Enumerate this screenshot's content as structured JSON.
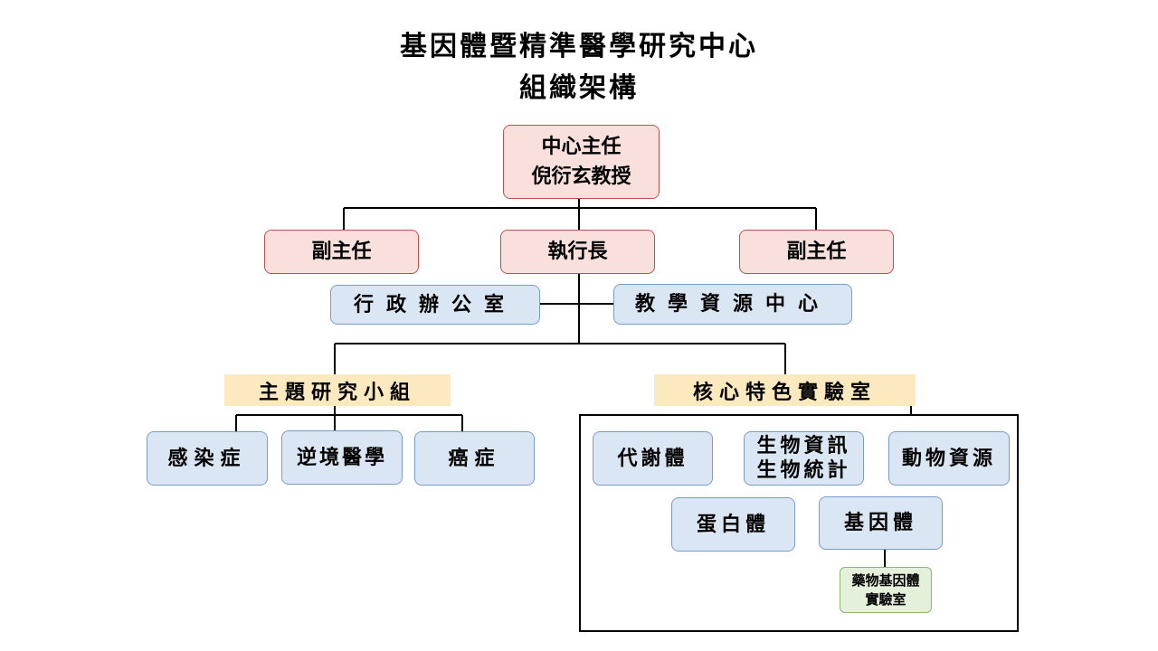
{
  "title": {
    "line1": "基因體暨精準醫學研究中心",
    "line2": "組織架構"
  },
  "director": {
    "role": "中心主任",
    "name": "倪衍玄教授"
  },
  "deputy_left": "副主任",
  "ceo": "執行長",
  "deputy_right": "副主任",
  "admin_office": "行政辦公室",
  "teaching_center": "教學資源中心",
  "thematic_groups": {
    "label": "主題研究小組",
    "items": [
      "感染症",
      "逆境醫學",
      "癌症"
    ]
  },
  "core_labs": {
    "label": "核心特色實驗室",
    "items": {
      "metabolomics": "代謝體",
      "bioinfo_line1": "生物資訊",
      "bioinfo_line2": "生物統計",
      "animal": "動物資源",
      "proteomics": "蛋白體",
      "genomics": "基因體",
      "pharma_line1": "藥物基因體",
      "pharma_line2": "實驗室"
    }
  }
}
